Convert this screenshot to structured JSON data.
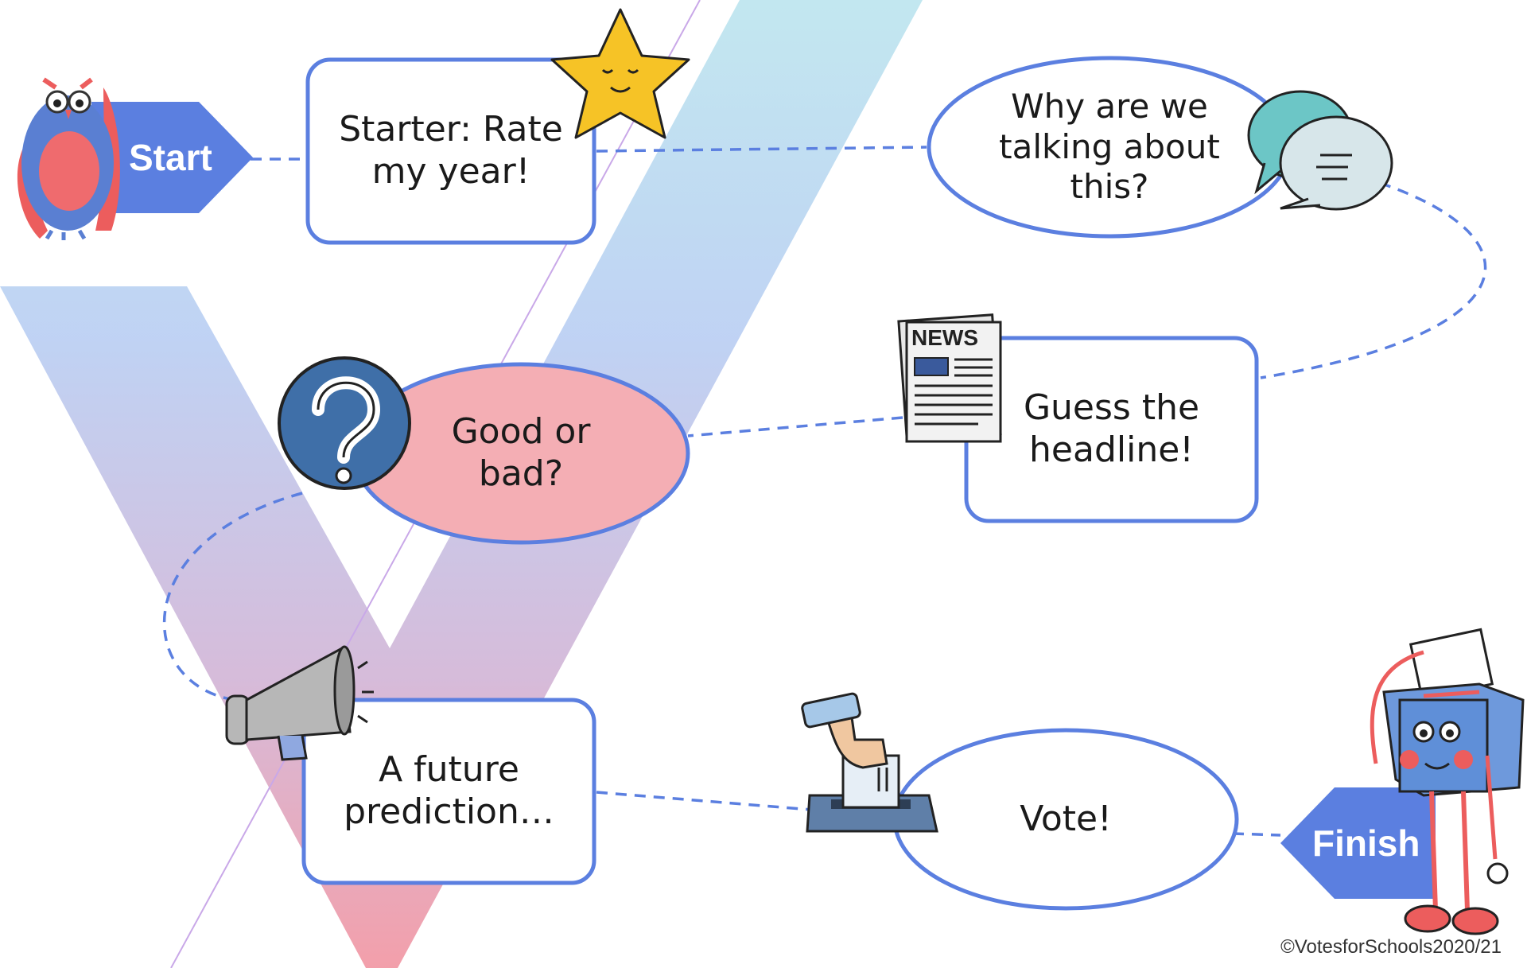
{
  "diagram": {
    "start_label": "Start",
    "finish_label": "Finish",
    "steps": [
      {
        "id": "starter",
        "text": "Starter: Rate\nmy year!"
      },
      {
        "id": "why",
        "text": "Why are we\ntalking about\nthis?"
      },
      {
        "id": "headline",
        "text": "Guess the\nheadline!"
      },
      {
        "id": "goodbad",
        "text": "Good or\nbad?"
      },
      {
        "id": "prediction",
        "text": "A future\nprediction…"
      },
      {
        "id": "vote",
        "text": "Vote!"
      }
    ],
    "newspaper_label": "NEWS"
  },
  "footer": {
    "copyright": "©VotesforSchools2020/21"
  },
  "colors": {
    "accent": "#5b7fe0",
    "pink": "#f4aeb4",
    "star": "#f6c326",
    "owl_blue": "#5a7fd2",
    "owl_red": "#ec5d5d"
  },
  "icons": [
    "owl-mascot",
    "star-icon",
    "speech-bubbles-icon",
    "newspaper-icon",
    "question-mark-icon",
    "megaphone-icon",
    "ballot-hand-icon",
    "ballot-box-mascot"
  ]
}
